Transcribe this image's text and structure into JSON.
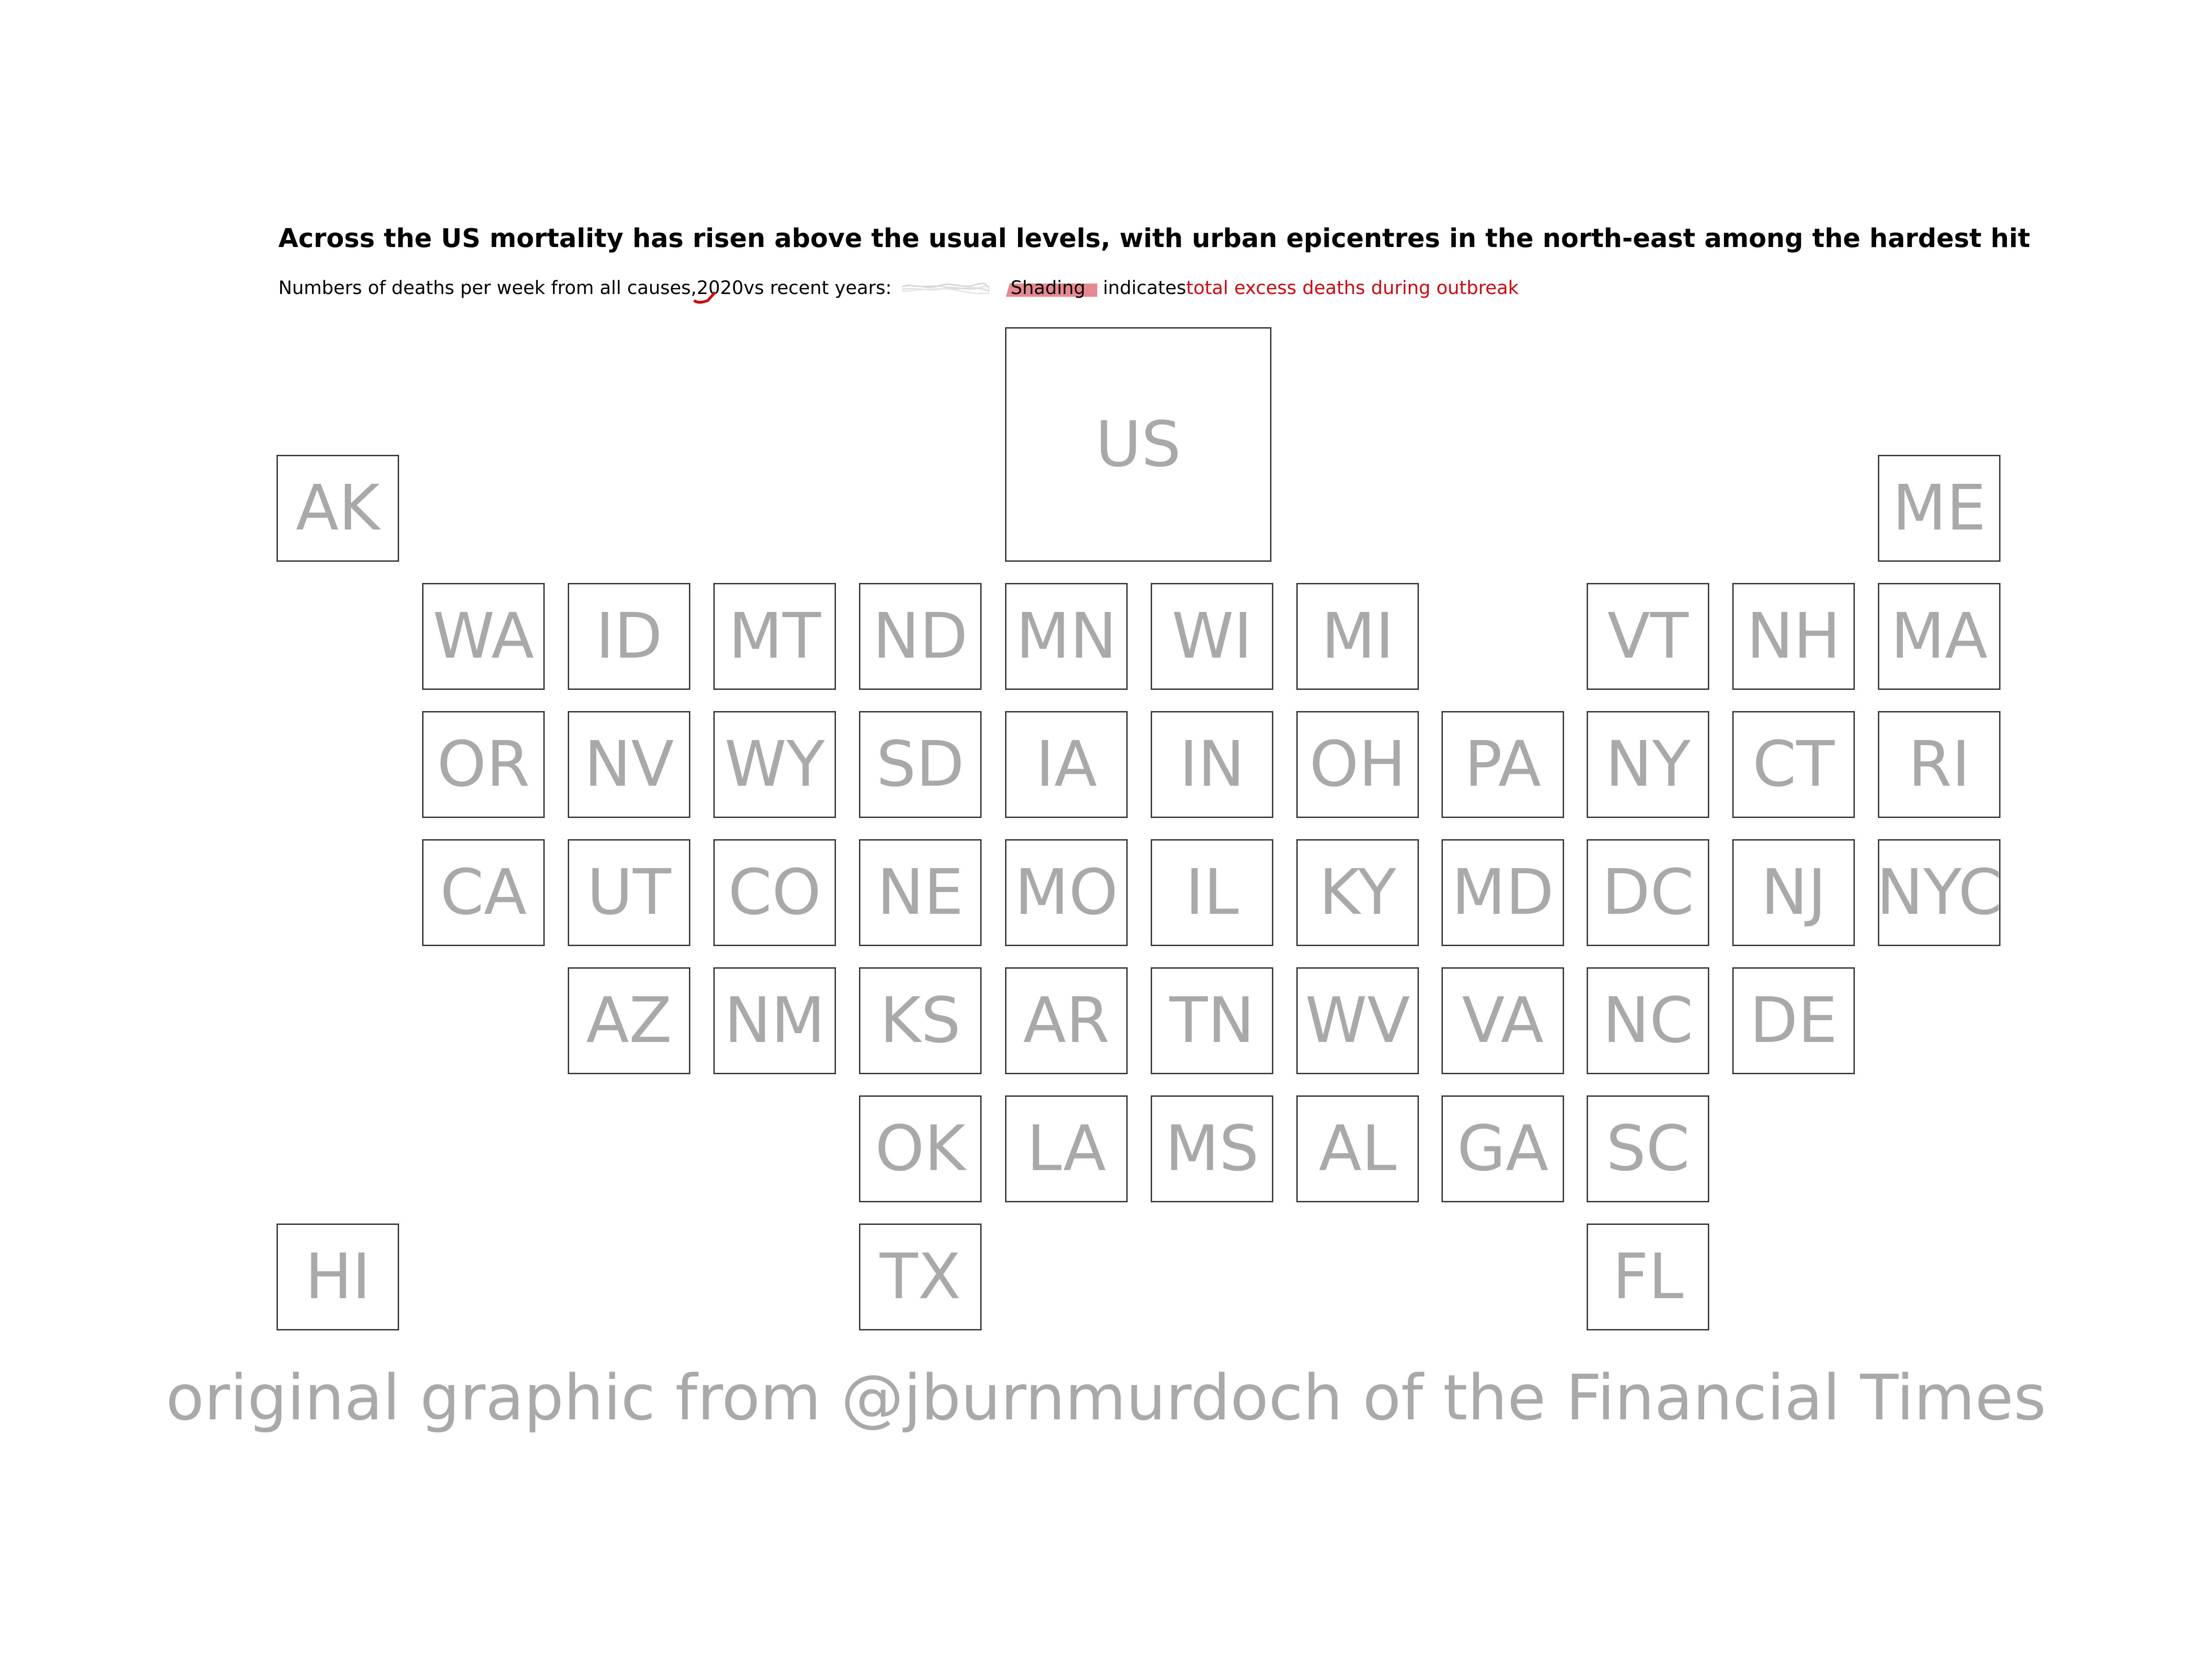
{
  "title": "Across the US mortality has risen above the usual levels, with urban epicentres in the north-east among the hardest hit",
  "subtitle": {
    "prefix": "Numbers of deaths per week from all causes, ",
    "year": "2020",
    "middle": " vs recent years: ",
    "shading": "Shading",
    "indicates": " indicates ",
    "highlight": "total excess deaths during outbreak"
  },
  "colors": {
    "accent_red": "#cc0a14",
    "label_grey": "#a9a9a9",
    "border": "#3a3a3a"
  },
  "tiles": {
    "US": "US",
    "AK": "AK",
    "ME": "ME",
    "WA": "WA",
    "ID": "ID",
    "MT": "MT",
    "ND": "ND",
    "MN": "MN",
    "WI": "WI",
    "MI": "MI",
    "VT": "VT",
    "NH": "NH",
    "MA": "MA",
    "OR": "OR",
    "NV": "NV",
    "WY": "WY",
    "SD": "SD",
    "IA": "IA",
    "IN": "IN",
    "OH": "OH",
    "PA": "PA",
    "NY": "NY",
    "CT": "CT",
    "RI": "RI",
    "CA": "CA",
    "UT": "UT",
    "CO": "CO",
    "NE": "NE",
    "MO": "MO",
    "IL": "IL",
    "KY": "KY",
    "MD": "MD",
    "DC": "DC",
    "NJ": "NJ",
    "NYC": "NYC",
    "AZ": "AZ",
    "NM": "NM",
    "KS": "KS",
    "AR": "AR",
    "TN": "TN",
    "WV": "WV",
    "VA": "VA",
    "NC": "NC",
    "DE": "DE",
    "OK": "OK",
    "LA": "LA",
    "MS": "MS",
    "AL": "AL",
    "GA": "GA",
    "SC": "SC",
    "HI": "HI",
    "TX": "TX",
    "FL": "FL"
  },
  "credit": "original graphic from @jburnmurdoch of the Financial Times"
}
